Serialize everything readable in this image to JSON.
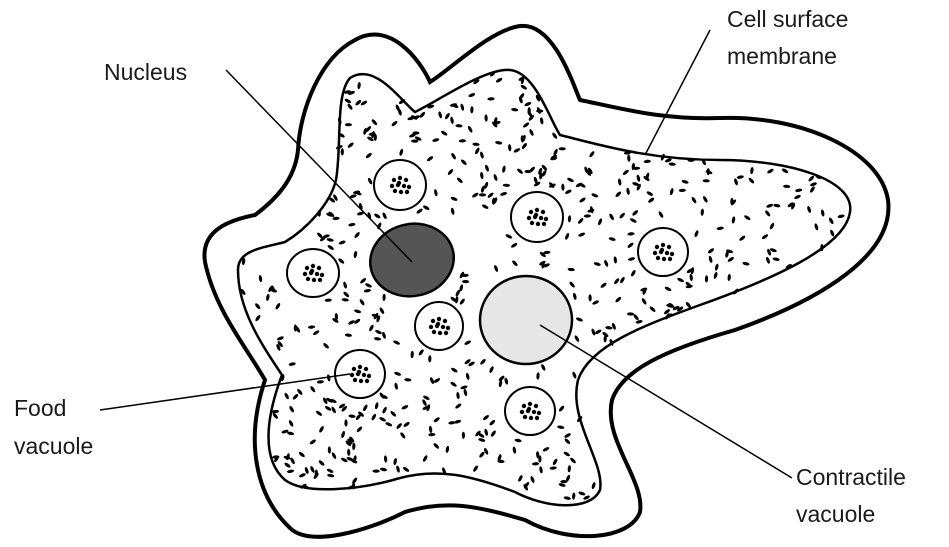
{
  "labels": {
    "nucleus": "Nucleus",
    "cell_membrane_1": "Cell surface",
    "cell_membrane_2": "membrane",
    "food_vacuole_1": "Food",
    "food_vacuole_2": "vacuole",
    "contractile_vacuole_1": "Contractile",
    "contractile_vacuole_2": "vacuole"
  },
  "colors": {
    "outline": "#000000",
    "nucleus_fill": "#555555",
    "contractile_vacuole_fill": "#e6e6e6",
    "background": "#ffffff"
  }
}
